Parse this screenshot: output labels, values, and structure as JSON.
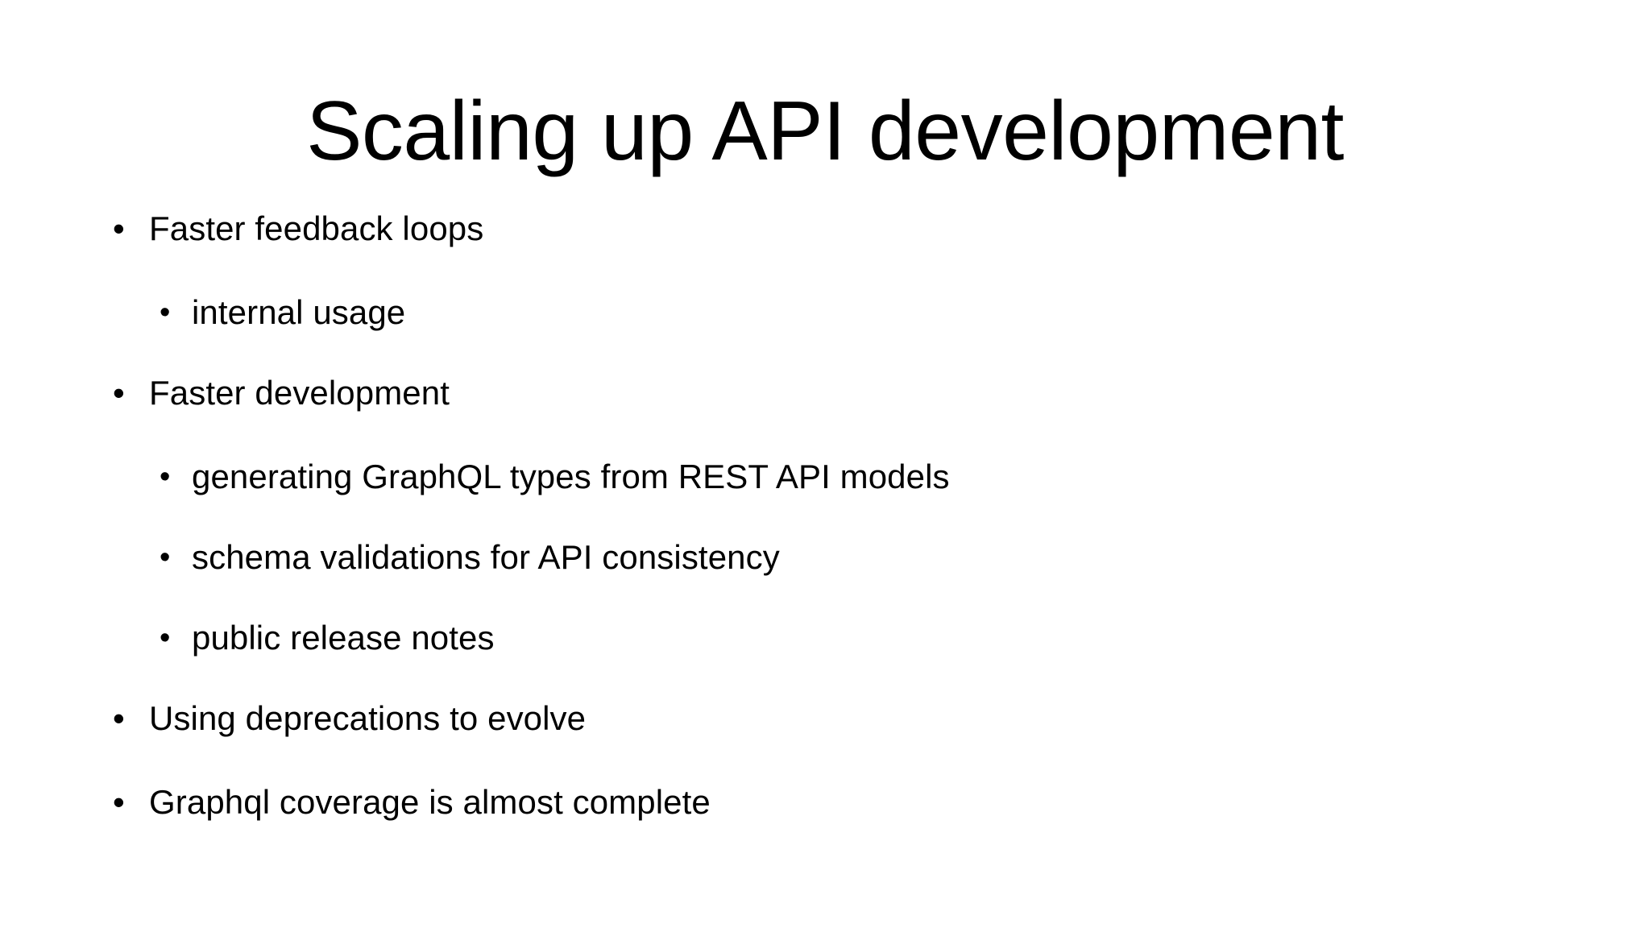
{
  "slide": {
    "title": "Scaling up API development",
    "background_color": "#ffffff",
    "text_color": "#000000",
    "bullet_glyph": "•",
    "items": [
      {
        "level": 1,
        "text": "Faster feedback loops"
      },
      {
        "level": 2,
        "text": "internal usage"
      },
      {
        "level": 1,
        "text": "Faster development"
      },
      {
        "level": 2,
        "text": "generating GraphQL types from REST API models"
      },
      {
        "level": 2,
        "text": "schema validations for API consistency"
      },
      {
        "level": 2,
        "text": "public release notes"
      },
      {
        "level": 1,
        "text": "Using deprecations to evolve"
      },
      {
        "level": 1,
        "text": "Graphql coverage is almost complete"
      }
    ]
  }
}
